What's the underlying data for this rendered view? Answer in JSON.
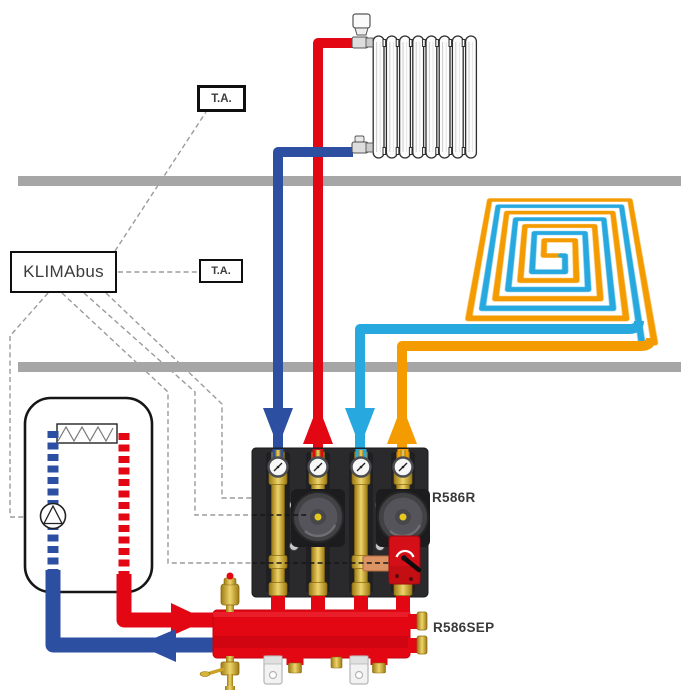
{
  "labels": {
    "bus_controller": "KLIMAbus",
    "thermostat_upper": "T.A.",
    "thermostat_lower": "T.A.",
    "pump_group": "R586R",
    "separator": "R586SEP"
  },
  "colors": {
    "supply_red": "#e30613",
    "return_blue": "#2d4fa2",
    "floor_supply_orange": "#f49b00",
    "floor_return_cyan": "#27a9e0",
    "slab_gray": "#a6a6a6",
    "separator_red": "#e30613",
    "panel_black": "#2a2a2c",
    "brass_yellow": "#d8b53a",
    "dashed_wire_gray": "#9b9b9b"
  },
  "components": [
    "storage-tank",
    "tank-heat-exchanger",
    "tank-pump",
    "column-radiator",
    "thermostatic-radiator-valve",
    "radiator-lockshield-valve",
    "underfloor-heating-coil",
    "pump-group-manifold",
    "circulation-pump",
    "pressure-gauge",
    "mixing-valve-actuator",
    "hydraulic-separator",
    "air-vent-valve",
    "drain-valve",
    "mounting-bracket",
    "floor-slab"
  ]
}
